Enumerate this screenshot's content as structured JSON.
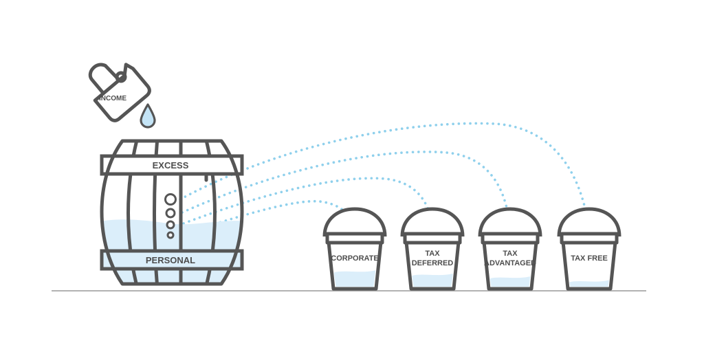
{
  "labels": {
    "income": "INCOME",
    "barrel_top": "EXCESS",
    "barrel_bottom": "PERSONAL"
  },
  "buckets": [
    {
      "line1": "CORPORATE",
      "line2": "",
      "fill": 0.35
    },
    {
      "line1": "TAX",
      "line2": "DEFERRED",
      "fill": 0.28
    },
    {
      "line1": "TAX",
      "line2": "ADVANTAGED",
      "fill": 0.22
    },
    {
      "line1": "TAX FREE",
      "line2": "",
      "fill": 0.14
    }
  ],
  "colors": {
    "outline": "#555555",
    "water": "#dbeefa",
    "flow": "#8fd0ec",
    "ground": "#999999"
  },
  "icons": [
    "measuring-pitcher-icon",
    "water-drop-icon",
    "barrel-icon",
    "bucket-icon"
  ]
}
